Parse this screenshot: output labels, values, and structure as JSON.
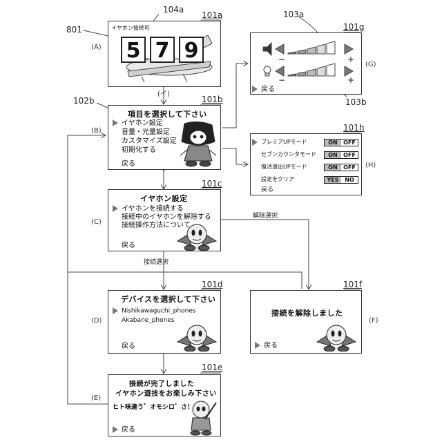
{
  "refs": {
    "r101a": "101a",
    "r104a": "104a",
    "r801": "801",
    "r101b": "101b",
    "r102b": "102b",
    "r101c": "101c",
    "r101d": "101d",
    "r101e": "101e",
    "r101f": "101f",
    "r101g": "101g",
    "r101h": "101h",
    "r103a": "103a",
    "r103b": "103b"
  },
  "side_labels": {
    "A": "(A)",
    "B": "(B)",
    "C": "(C)",
    "D": "(D)",
    "E": "(E)",
    "F": "(F)",
    "G": "(G)",
    "H": "(H)",
    "I": "(イ)"
  },
  "edges": {
    "select_connect": "接続選択",
    "select_release": "解除選択"
  },
  "screen_a": {
    "caption": "イヤホン接続可",
    "digits": [
      "5",
      "7",
      "9"
    ]
  },
  "screen_b": {
    "title": "項目を選択して下さい",
    "items": [
      "イヤホン設定",
      "音量・光量設定",
      "カスタマイズ設定",
      "初期化する"
    ],
    "back": "戻る"
  },
  "screen_c": {
    "title": "イヤホン設定",
    "items": [
      "イヤホンを接続する",
      "接続中のイヤホンを解除する",
      "接続操作方法について"
    ],
    "back": "戻る"
  },
  "screen_d": {
    "title": "デバイスを選択して下さい",
    "items": [
      "Nishikawaguchi_phones",
      "Akabane_phones"
    ],
    "back": "戻る"
  },
  "screen_e": {
    "line1": "接続が完了しました",
    "line2": "イヤホン遊技をお楽しみ下さい",
    "speech": "ヒト味違う゛オモシロ゛さ！",
    "back": "戻る"
  },
  "screen_f": {
    "title": "接続を解除しました",
    "back": "戻る"
  },
  "screen_g": {
    "minus": "−",
    "plus": "+",
    "back": "戻る"
  },
  "screen_h": {
    "rows": [
      {
        "label": "プレミアUPモード",
        "opt1": "ON",
        "opt2": "OFF"
      },
      {
        "label": "セブンカウンタモード",
        "opt1": "ON",
        "opt2": "OFF"
      },
      {
        "label": "復活演出UPモード",
        "opt1": "ON",
        "opt2": "OFF"
      },
      {
        "label": "設定をクリア",
        "opt1": "YES",
        "opt2": "NO"
      }
    ],
    "back": "戻る"
  }
}
